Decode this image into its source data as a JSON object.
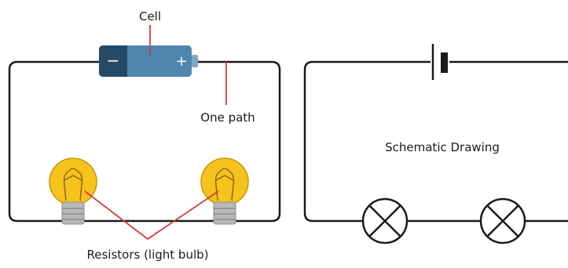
{
  "labels": {
    "cell": "Cell",
    "one_path": "One path",
    "schematic": "Schematic Drawing",
    "resistors": "Resistors (light bulb)",
    "minus": "−",
    "plus": "+"
  },
  "colors": {
    "wire": "#1a1a1a",
    "pointer": "#d23b3b",
    "battery_dark": "#264a66",
    "battery_body": "#4f86b0",
    "battery_tip": "#7fa8c6",
    "bulb_glass": "#f6c21c",
    "bulb_base": "#b8b8b8",
    "bulb_filament": "#8a6a10"
  }
}
